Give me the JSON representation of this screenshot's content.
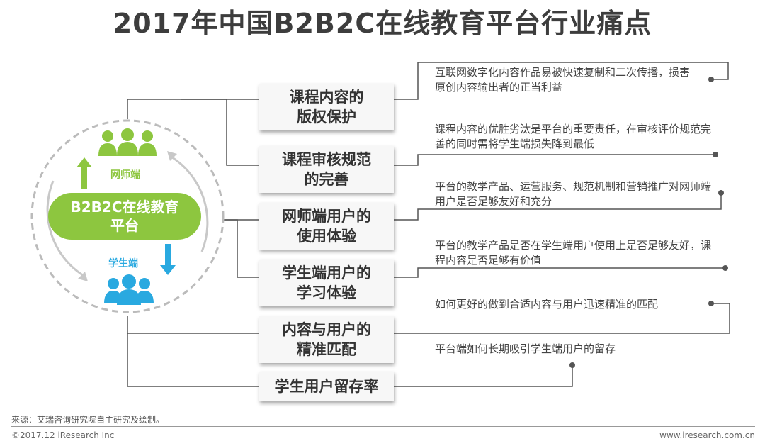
{
  "title": "2017年中国B2B2C在线教育平台行业痛点",
  "center": {
    "label": "B2B2C在线教育\n平台",
    "top_node_label": "网师端",
    "bottom_node_label": "学生端",
    "top_icon": "teachers-group-icon",
    "bottom_icon": "students-group-icon",
    "colors": {
      "green": "#8dc63f",
      "blue": "#29a9e0"
    }
  },
  "pain_points": [
    {
      "label": "课程内容的\n版权保护",
      "desc": "互联网数字化内容作品易被快速复制和二次传播，损害原创内容输出者的正当利益"
    },
    {
      "label": "课程审核规范\n的完善",
      "desc": "课程内容的优胜劣汰是平台的重要责任，在审核评价规范完善的同时需将学生端损失降到最低"
    },
    {
      "label": "网师端用户的\n使用体验",
      "desc": "平台的教学产品、运营服务、规范机制和营销推广对网师端用户是否足够友好和充分"
    },
    {
      "label": "学生端用户的\n学习体验",
      "desc": "平台的教学产品是否在学生端用户使用上是否足够友好，课程内容是否足够有价值"
    },
    {
      "label": "内容与用户的\n精准匹配",
      "desc": "如何更好的做到合适内容与用户迅速精准的匹配"
    },
    {
      "label": "学生用户留存率",
      "desc": "平台端如何长期吸引学生端用户的留存"
    }
  ],
  "source": "来源：艾瑞咨询研究院自主研究及绘制。",
  "copyright": "©2017.12 iResearch Inc",
  "website": "www.iresearch.com.cn"
}
